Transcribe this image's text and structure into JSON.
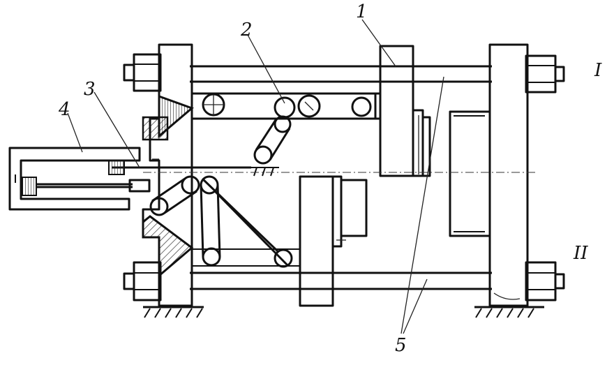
{
  "labels": {
    "part_1": "1",
    "part_2": "2",
    "part_3": "3",
    "part_4": "4",
    "part_5": "5",
    "position_I": "I",
    "position_II": "II"
  },
  "colors": {
    "ink": "#111111",
    "paper": "#ffffff"
  }
}
